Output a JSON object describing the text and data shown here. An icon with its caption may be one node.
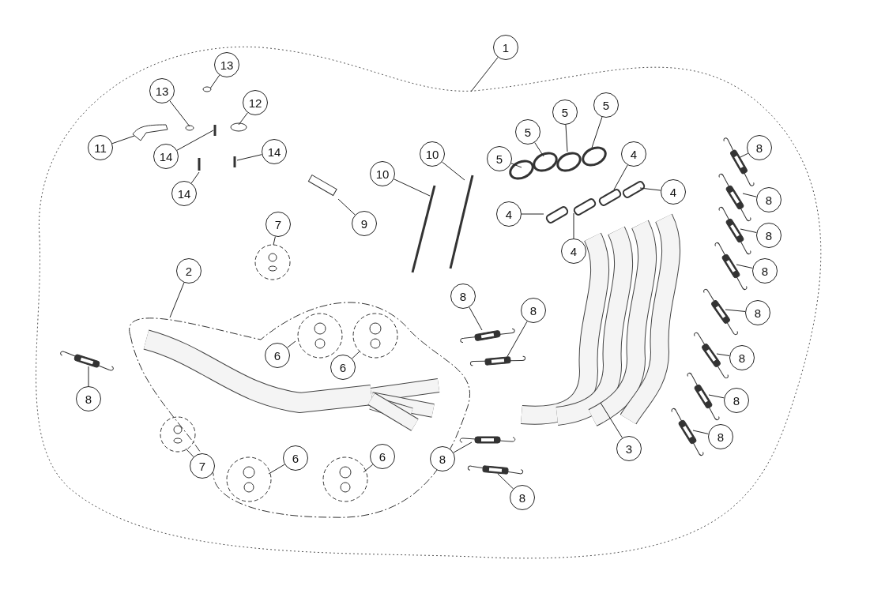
{
  "diagram": {
    "nodes": [
      {
        "text": [
          "1"
        ]
      },
      {
        "text": [
          "13"
        ]
      },
      {
        "text": [
          "13"
        ]
      },
      {
        "text": [
          "12"
        ]
      },
      {
        "text": [
          "11"
        ]
      },
      {
        "text": [
          "14"
        ]
      },
      {
        "text": [
          "14"
        ]
      },
      {
        "text": [
          "14"
        ]
      },
      {
        "text": [
          "10"
        ]
      },
      {
        "text": [
          "10"
        ]
      },
      {
        "text": [
          "9"
        ]
      },
      {
        "text": [
          "5"
        ]
      },
      {
        "text": [
          "5"
        ]
      },
      {
        "text": [
          "5"
        ]
      },
      {
        "text": [
          "5"
        ]
      },
      {
        "text": [
          "4"
        ]
      },
      {
        "text": [
          "4"
        ]
      },
      {
        "text": [
          "4"
        ]
      },
      {
        "text": [
          "4"
        ]
      },
      {
        "text": [
          "8"
        ]
      },
      {
        "text": [
          "8"
        ]
      },
      {
        "text": [
          "8"
        ]
      },
      {
        "text": [
          "8"
        ]
      },
      {
        "text": [
          "8"
        ]
      },
      {
        "text": [
          "8"
        ]
      },
      {
        "text": [
          "8"
        ]
      },
      {
        "text": [
          "8"
        ]
      },
      {
        "text": [
          "7"
        ]
      },
      {
        "text": [
          "2"
        ]
      },
      {
        "text": [
          "8"
        ]
      },
      {
        "text": [
          "8"
        ]
      },
      {
        "text": [
          "6"
        ]
      },
      {
        "text": [
          "6"
        ]
      },
      {
        "text": [
          "8"
        ]
      },
      {
        "text": [
          "3"
        ]
      },
      {
        "text": [
          "7"
        ]
      },
      {
        "text": [
          "6"
        ]
      },
      {
        "text": [
          "6"
        ]
      },
      {
        "text": [
          "8"
        ]
      },
      {
        "text": [
          "8"
        ]
      }
    ],
    "edges": [
      {
        "from": 0,
        "to": null,
        "arrow": "none"
      },
      {
        "from": 1,
        "to": null,
        "arrow": "none"
      },
      {
        "from": 2,
        "to": null,
        "arrow": "none"
      },
      {
        "from": 3,
        "to": null,
        "arrow": "none"
      },
      {
        "from": 4,
        "to": null,
        "arrow": "none"
      },
      {
        "from": 5,
        "to": null,
        "arrow": "none"
      },
      {
        "from": 6,
        "to": null,
        "arrow": "none"
      },
      {
        "from": 7,
        "to": null,
        "arrow": "none"
      },
      {
        "from": 8,
        "to": null,
        "arrow": "none"
      },
      {
        "from": 9,
        "to": null,
        "arrow": "none"
      },
      {
        "from": 10,
        "to": null,
        "arrow": "none"
      },
      {
        "from": 11,
        "to": null,
        "arrow": "none"
      },
      {
        "from": 12,
        "to": null,
        "arrow": "none"
      },
      {
        "from": 13,
        "to": null,
        "arrow": "none"
      },
      {
        "from": 14,
        "to": null,
        "arrow": "none"
      },
      {
        "from": 15,
        "to": null,
        "arrow": "none"
      },
      {
        "from": 16,
        "to": null,
        "arrow": "none"
      },
      {
        "from": 17,
        "to": null,
        "arrow": "none"
      },
      {
        "from": 18,
        "to": null,
        "arrow": "none"
      },
      {
        "from": 19,
        "to": null,
        "arrow": "none"
      },
      {
        "from": 20,
        "to": null,
        "arrow": "none"
      },
      {
        "from": 21,
        "to": null,
        "arrow": "none"
      },
      {
        "from": 22,
        "to": null,
        "arrow": "none"
      },
      {
        "from": 23,
        "to": null,
        "arrow": "none"
      },
      {
        "from": 24,
        "to": null,
        "arrow": "none"
      },
      {
        "from": 25,
        "to": null,
        "arrow": "none"
      },
      {
        "from": 26,
        "to": null,
        "arrow": "none"
      },
      {
        "from": 27,
        "to": null,
        "arrow": "none"
      },
      {
        "from": 28,
        "to": null,
        "arrow": "none"
      },
      {
        "from": 29,
        "to": null,
        "arrow": "none"
      },
      {
        "from": 30,
        "to": null,
        "arrow": "none"
      },
      {
        "from": 31,
        "to": null,
        "arrow": "none"
      },
      {
        "from": 32,
        "to": null,
        "arrow": "none"
      },
      {
        "from": 33,
        "to": null,
        "arrow": "none"
      },
      {
        "from": 34,
        "to": null,
        "arrow": "none"
      },
      {
        "from": 35,
        "to": null,
        "arrow": "none"
      },
      {
        "from": 36,
        "to": null,
        "arrow": "none"
      },
      {
        "from": 37,
        "to": null,
        "arrow": "none"
      },
      {
        "from": 38,
        "to": null,
        "arrow": "none"
      },
      {
        "from": 39,
        "to": null,
        "arrow": "none"
      }
    ]
  }
}
